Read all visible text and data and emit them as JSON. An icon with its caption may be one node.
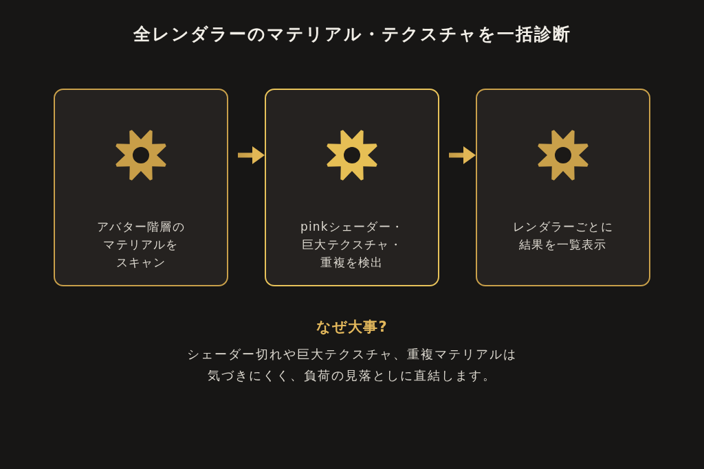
{
  "diagram": {
    "title": "全レンダラーのマテリアル・テクスチャを一括診断",
    "nodes": [
      {
        "text": [
          "アバター階層のマテリアルをスキャン"
        ]
      },
      {
        "text": [
          "pinkシェーダー・巨大テクスチャ・重複を検出"
        ]
      },
      {
        "text": [
          "レンダラーごとに結果を一覧表示"
        ]
      }
    ],
    "edges": [
      {
        "from": 0,
        "to": 1,
        "arrow": "to"
      },
      {
        "from": 1,
        "to": 2,
        "arrow": "to"
      }
    ],
    "labels": [
      "なぜ大事?",
      "シェーダー切れや巨大テクスチャ、重複マテリアルは気づきにくく、負荷の見落としに直結します。"
    ]
  }
}
